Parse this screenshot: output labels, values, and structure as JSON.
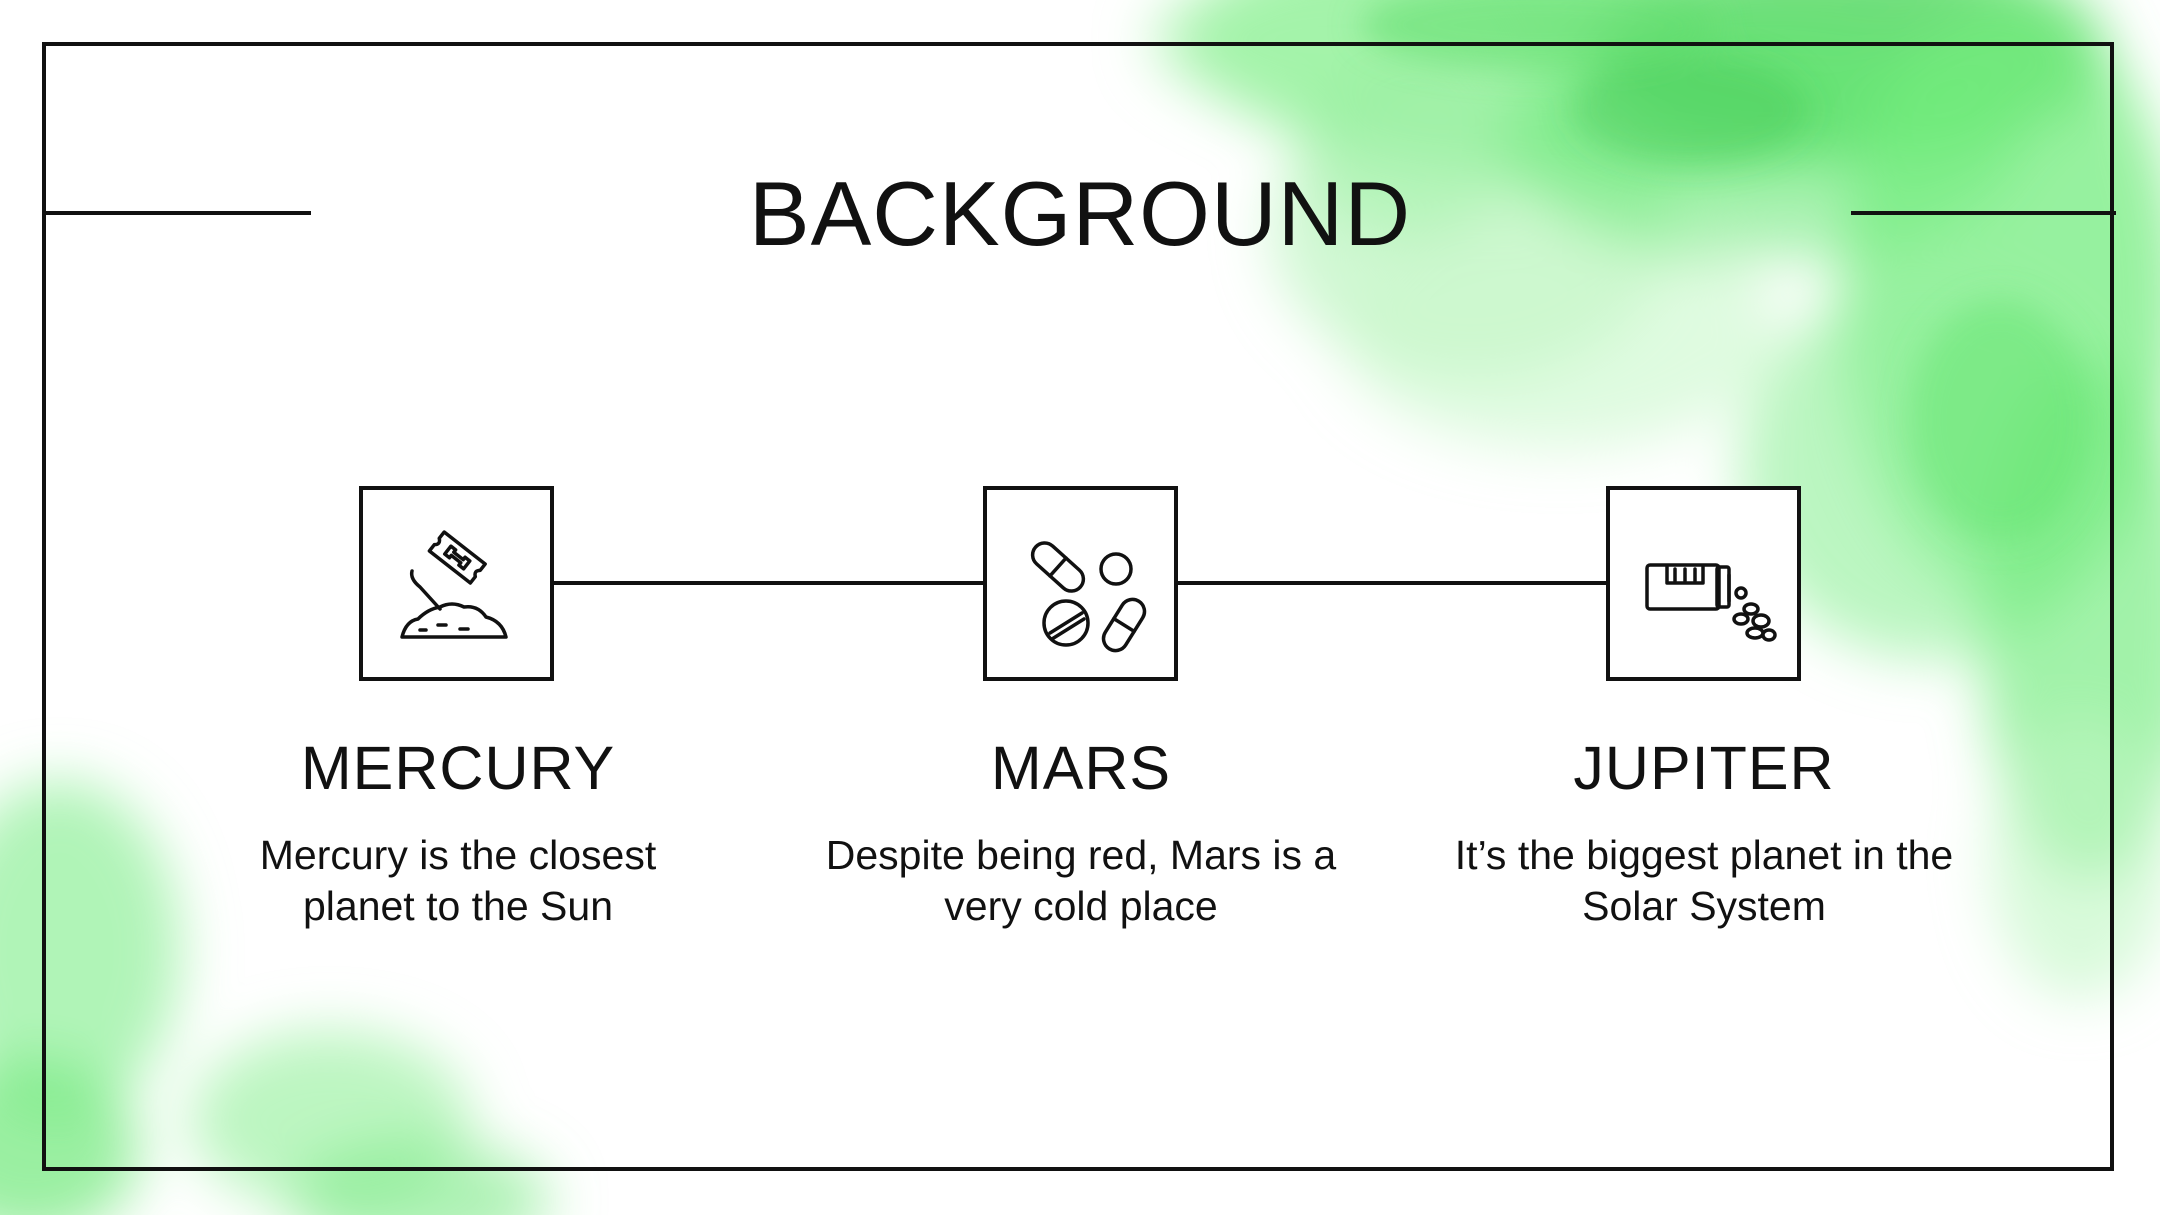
{
  "slide": {
    "title": "BACKGROUND",
    "accent_color": "#4fe35f",
    "items": [
      {
        "icon": "razor-blade-powder-icon",
        "title": "MERCURY",
        "description_lines": [
          "Mercury is the closest",
          "planet to the Sun"
        ]
      },
      {
        "icon": "pills-icon",
        "title": "MARS",
        "description_lines": [
          "Despite being red, Mars is a",
          "very cold place"
        ]
      },
      {
        "icon": "spilled-pill-bottle-icon",
        "title": "JUPITER",
        "description_lines": [
          "It’s the biggest planet in the",
          "Solar System"
        ]
      }
    ]
  }
}
